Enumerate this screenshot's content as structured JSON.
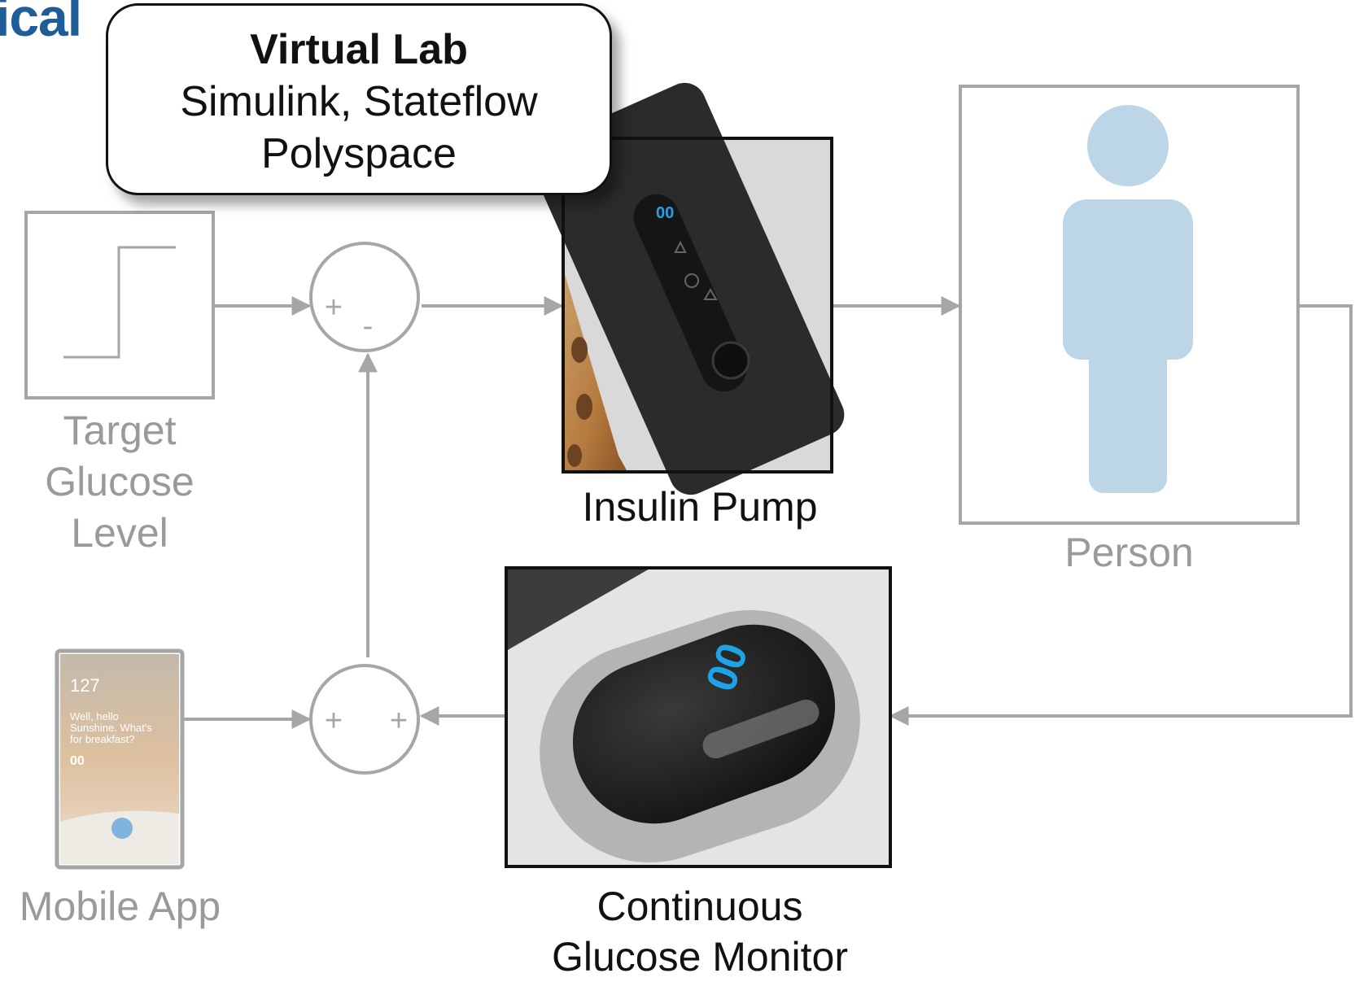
{
  "title_fragment": "ical",
  "callout": {
    "line1": "Virtual Lab",
    "line2": "Simulink, Stateflow",
    "line3": "Polyspace"
  },
  "blocks": {
    "target": {
      "label_lines": [
        "Target",
        "Glucose",
        "Level"
      ]
    },
    "pump": {
      "label": "Insulin Pump"
    },
    "person": {
      "label": "Person"
    },
    "cgm": {
      "label_lines": [
        "Continuous",
        "Glucose Monitor"
      ]
    },
    "app": {
      "label": "Mobile App",
      "screen_reading": "127",
      "screen_greeting_lines": [
        "Well, hello",
        "Sunshine. What's",
        "for breakfast?"
      ],
      "screen_logo": "00"
    }
  },
  "sum_top": {
    "sign_left": "+",
    "sign_right": "-"
  },
  "sum_bottom": {
    "sign_left": "+",
    "sign_right": "+"
  },
  "colors": {
    "line_grey": "#a6a6a6",
    "person_blue": "#bcd6e8",
    "device_blue": "#1fa3e8",
    "title_blue": "#1f5d98"
  }
}
